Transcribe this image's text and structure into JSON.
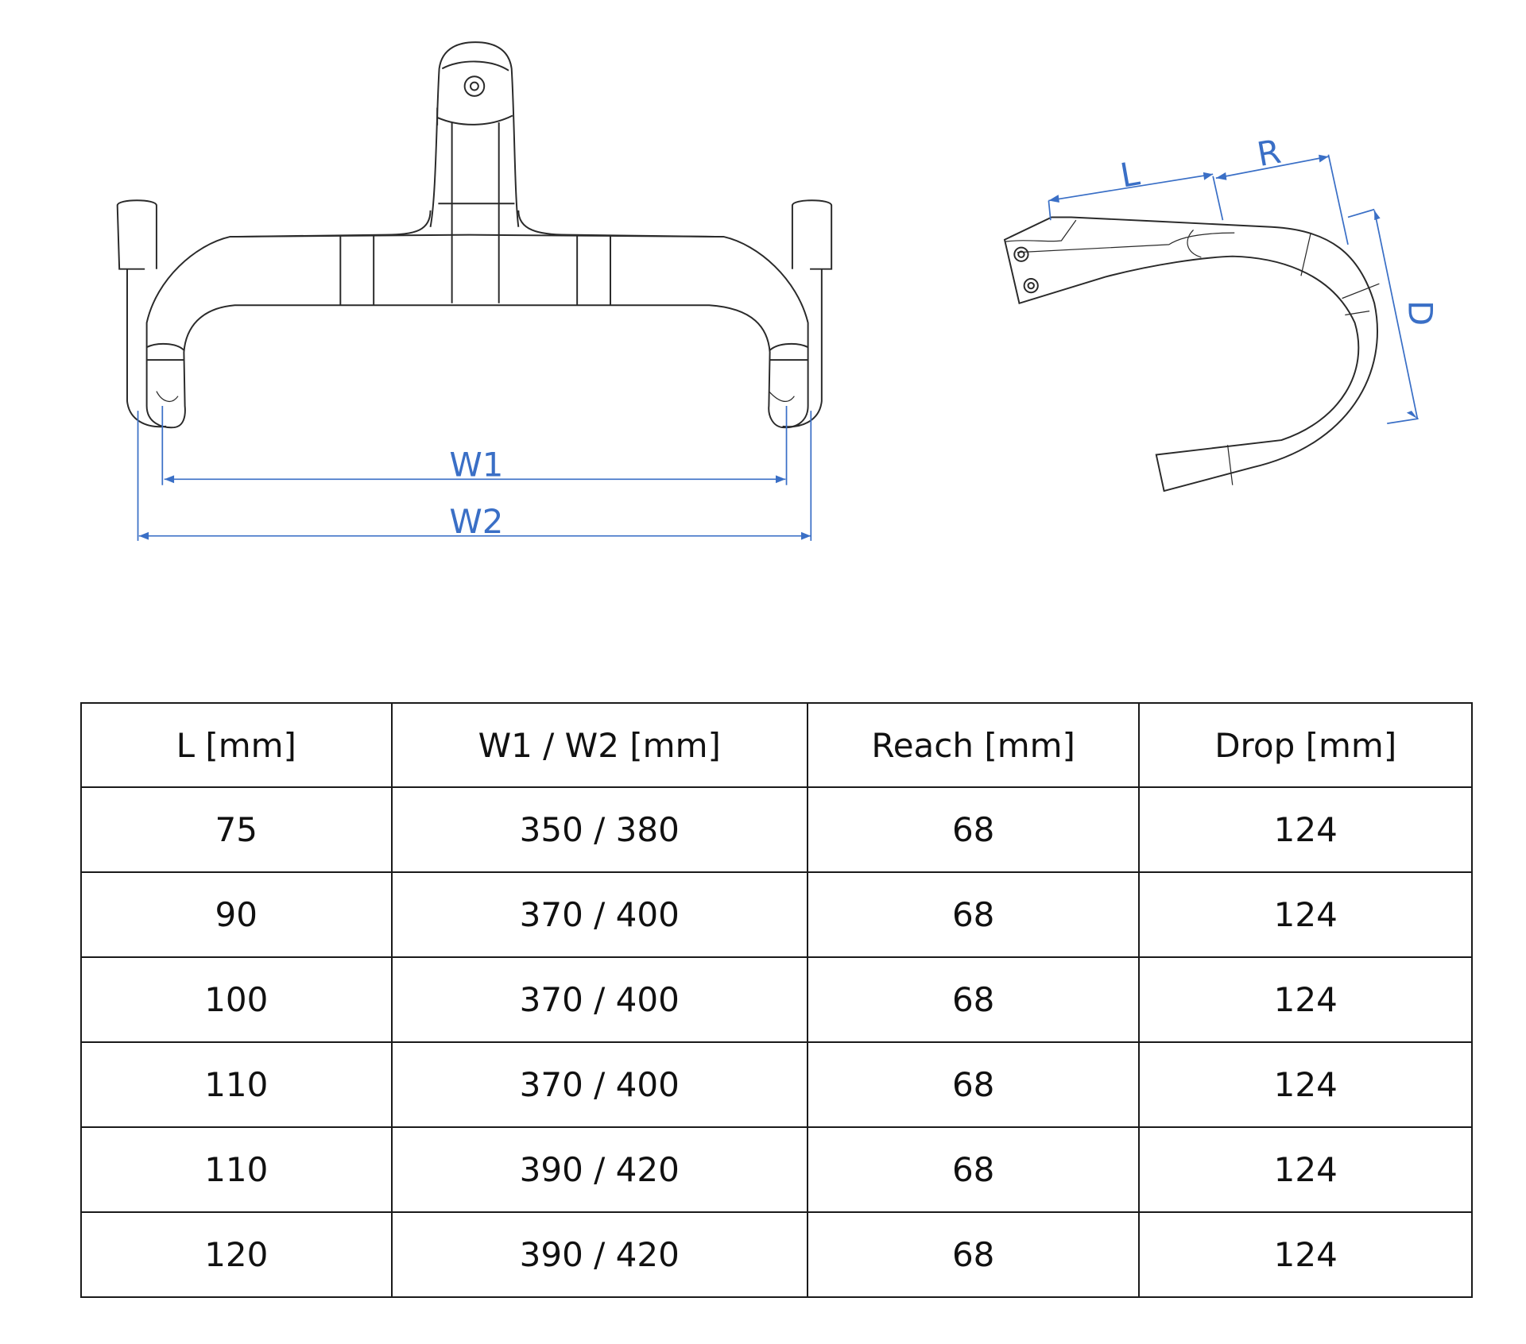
{
  "diagram": {
    "front_view": {
      "labels": {
        "w1": "W1",
        "w2": "W2"
      }
    },
    "side_view": {
      "labels": {
        "l": "L",
        "r": "R",
        "d": "D"
      }
    },
    "colors": {
      "dimension": "#3a6fc6",
      "outline": "#2a2a2a"
    }
  },
  "table": {
    "headers": [
      "L [mm]",
      "W1 / W2 [mm]",
      "Reach [mm]",
      "Drop [mm]"
    ],
    "rows": [
      [
        "75",
        "350 / 380",
        "68",
        "124"
      ],
      [
        "90",
        "370 / 400",
        "68",
        "124"
      ],
      [
        "100",
        "370 / 400",
        "68",
        "124"
      ],
      [
        "110",
        "370 / 400",
        "68",
        "124"
      ],
      [
        "110",
        "390 / 420",
        "68",
        "124"
      ],
      [
        "120",
        "390 / 420",
        "68",
        "124"
      ]
    ]
  }
}
